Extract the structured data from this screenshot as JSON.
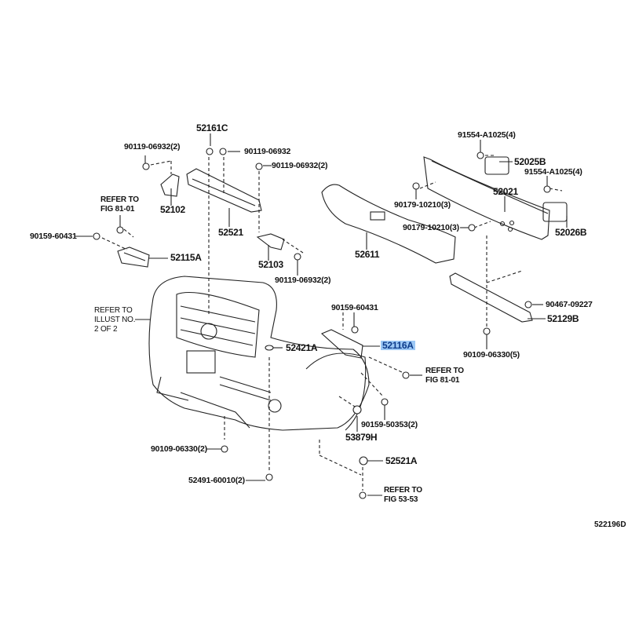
{
  "diagram_code": "522196D",
  "highlight_color": "#9cc8f5",
  "parts": {
    "p52161C": "52161C",
    "p90119_a": "90119-06932(2)",
    "p90119_b": "90119-06932",
    "p90119_c": "90119-06932(2)",
    "p52102": "52102",
    "p90159_60431_a": "90159-60431",
    "p52521": "52521",
    "p52115A": "52115A",
    "p52103": "52103",
    "p90119_d": "90119-06932(2)",
    "p91554_a": "91554-A1025(4)",
    "p52025B": "52025B",
    "p91554_b": "91554-A1025(4)",
    "p52021": "52021",
    "p90179_a": "90179-10210(3)",
    "p90179_b": "90179-10210(3)",
    "p52611": "52611",
    "p52026B": "52026B",
    "p90467": "90467-09227",
    "p52129B": "52129B",
    "p90109_5": "90109-06330(5)",
    "p90159_60431_b": "90159-60431",
    "p52116A": "52116A",
    "p52421A": "52421A",
    "p90159_50353": "90159-50353(2)",
    "p53879H": "53879H",
    "p90109_2": "90109-06330(2)",
    "p52521A": "52521A",
    "p52491": "52491-60010(2)"
  },
  "refs": {
    "fig8101_a": [
      "REFER TO",
      "FIG 81-01"
    ],
    "illust": [
      "REFER TO",
      "ILLUST NO.",
      "2 OF 2"
    ],
    "fig8101_b": [
      "REFER TO",
      "FIG 81-01"
    ],
    "fig5353": [
      "REFER TO",
      "FIG 53-53"
    ]
  }
}
